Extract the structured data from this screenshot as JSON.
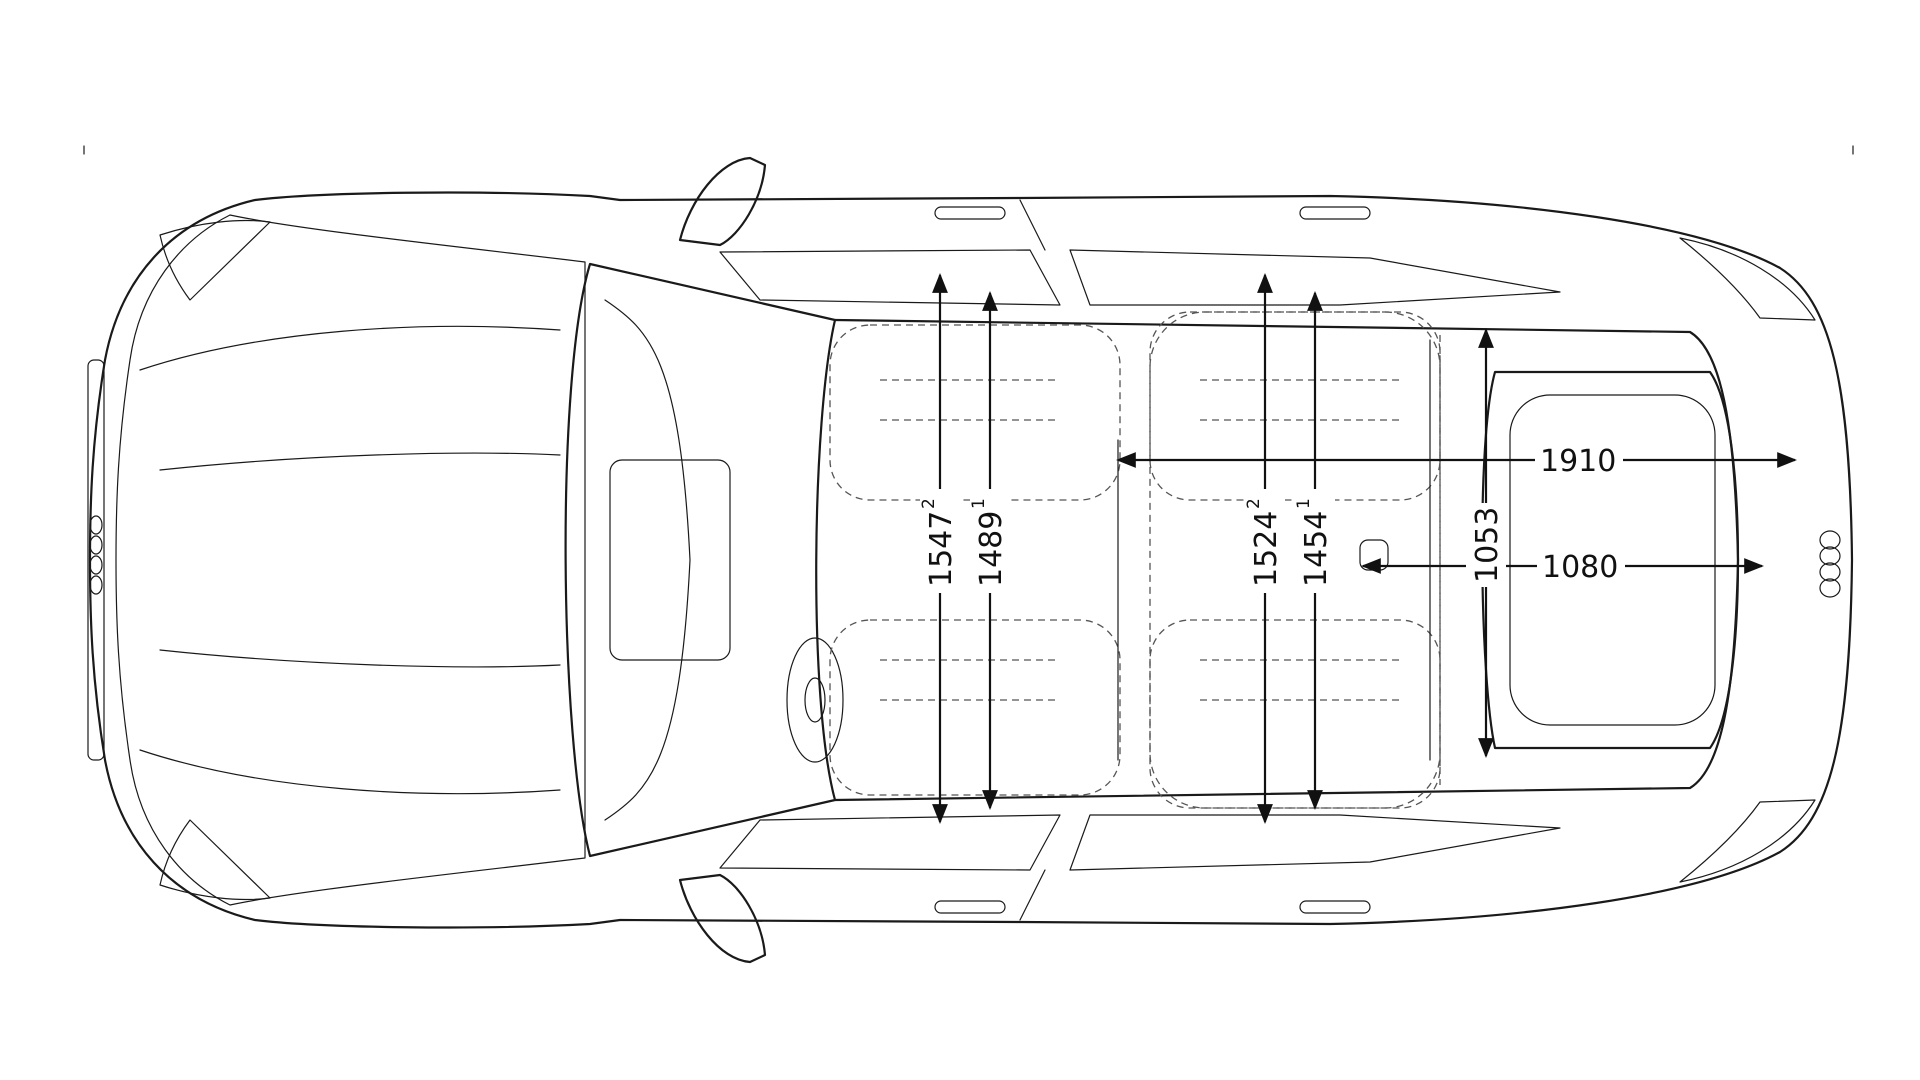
{
  "diagram": {
    "view": "top view",
    "dimensions": [
      {
        "id": "front-shoulder-width",
        "value": "1547",
        "footnote": "2",
        "orientation": "vertical"
      },
      {
        "id": "front-elbow-width",
        "value": "1489",
        "footnote": "1",
        "orientation": "vertical"
      },
      {
        "id": "rear-shoulder-width",
        "value": "1524",
        "footnote": "2",
        "orientation": "vertical"
      },
      {
        "id": "rear-elbow-width",
        "value": "1454",
        "footnote": "1",
        "orientation": "vertical"
      },
      {
        "id": "luggage-width",
        "value": "1053",
        "footnote": "",
        "orientation": "vertical"
      },
      {
        "id": "luggage-length-folded",
        "value": "1910",
        "footnote": "",
        "orientation": "horizontal"
      },
      {
        "id": "luggage-length",
        "value": "1080",
        "footnote": "",
        "orientation": "horizontal"
      }
    ],
    "colors": {
      "line": "#1a1a1a",
      "dashed": "#555555",
      "background": "#ffffff"
    }
  }
}
